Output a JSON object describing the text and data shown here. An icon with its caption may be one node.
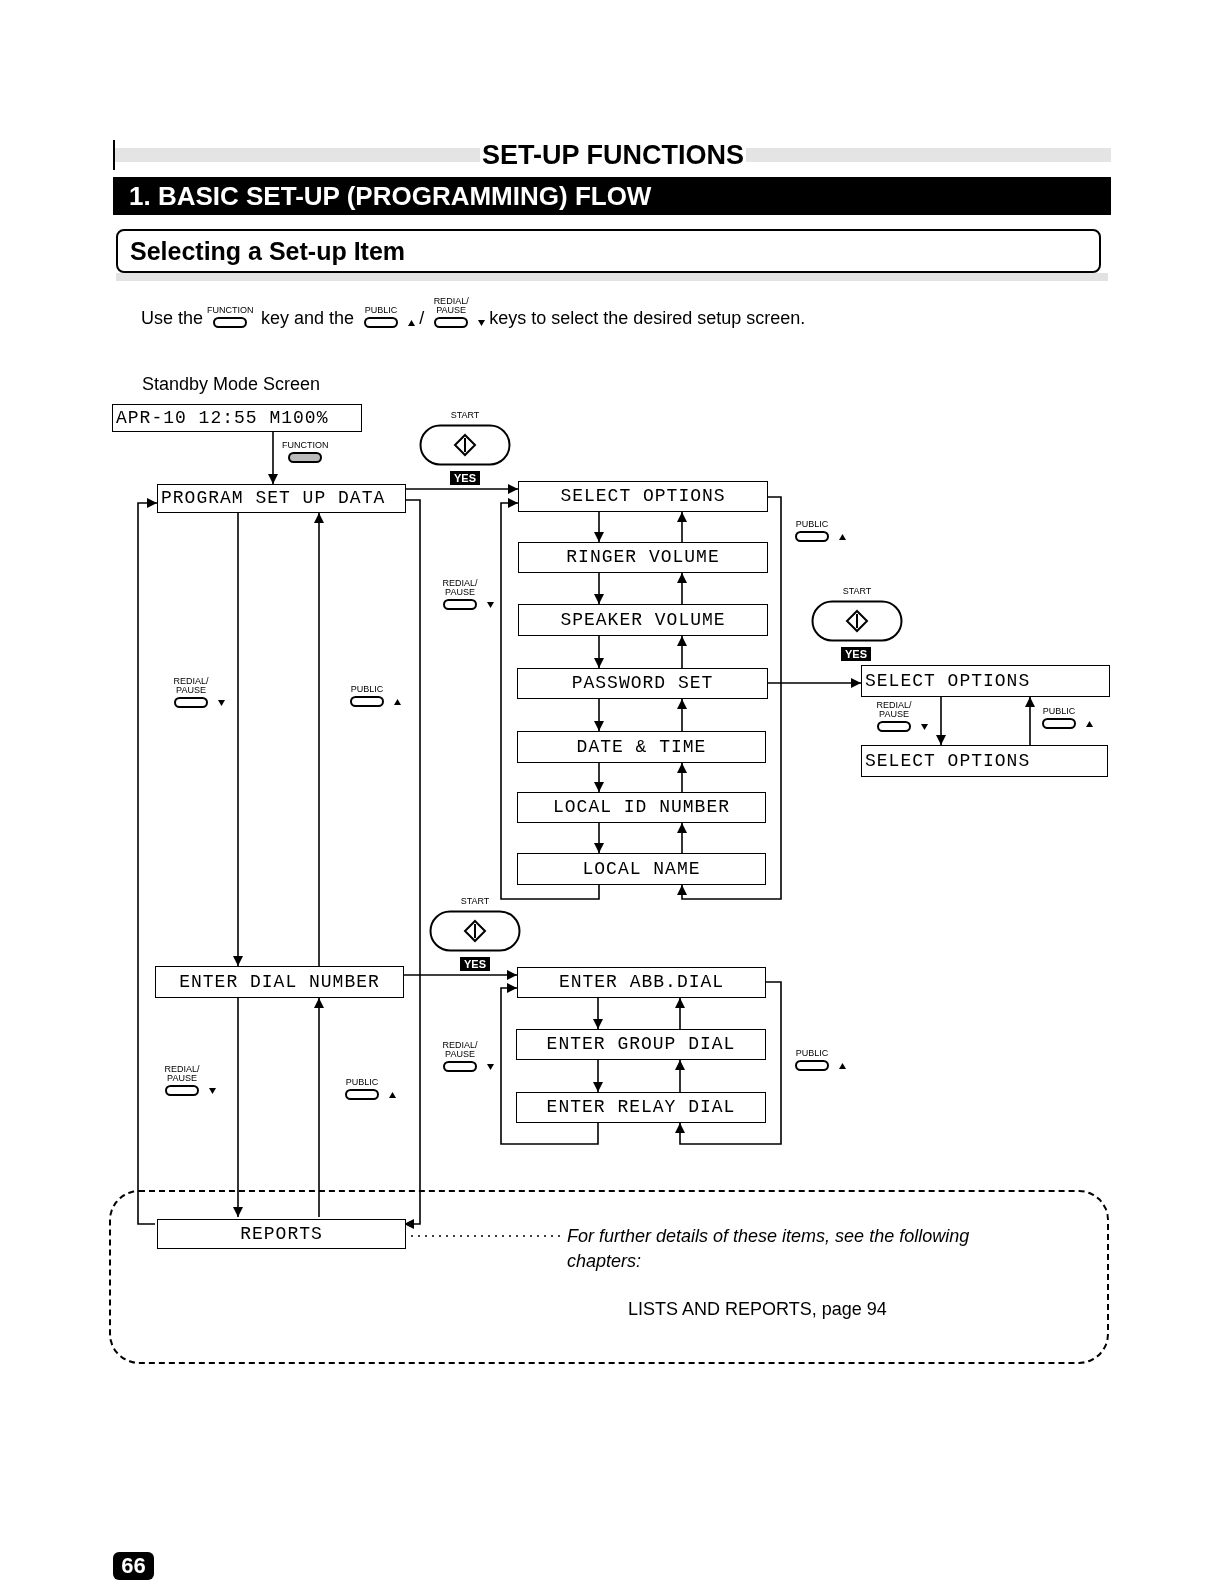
{
  "diagram": {
    "title": "1. BASIC SET-UP (PROGRAMMING) FLOW",
    "nodes": [
      {
        "text": [
          "APR-10 12:55 M100%"
        ],
        "beside": [
          "Standby Mode Screen"
        ]
      },
      {
        "text": [
          "PROGRAM SET UP DATA"
        ]
      },
      {
        "text": [
          "SELECT OPTIONS"
        ]
      },
      {
        "text": [
          "RINGER VOLUME"
        ]
      },
      {
        "text": [
          "SPEAKER VOLUME"
        ]
      },
      {
        "text": [
          "PASSWORD SET"
        ]
      },
      {
        "text": [
          "DATE & TIME"
        ]
      },
      {
        "text": [
          "LOCAL ID NUMBER"
        ]
      },
      {
        "text": [
          "LOCAL NAME"
        ]
      },
      {
        "text": [
          "SELECT OPTIONS"
        ]
      },
      {
        "text": [
          "SELECT OPTIONS"
        ]
      },
      {
        "text": [
          "ENTER DIAL NUMBER"
        ]
      },
      {
        "text": [
          "ENTER ABB.DIAL"
        ]
      },
      {
        "text": [
          "ENTER GROUP DIAL"
        ]
      },
      {
        "text": [
          "ENTER RELAY DIAL"
        ]
      },
      {
        "text": [
          "LISTS AND REPORTS, page 94"
        ]
      },
      {
        "text": [
          "REPORTS"
        ],
        "in": 15
      },
      {
        "text": [
          "For further details of these items, see the following chapters:"
        ],
        "in": 15
      }
    ],
    "edges": [
      {
        "from": 0,
        "to": 1,
        "arrow": "to"
      },
      {
        "from": 1,
        "to": 2,
        "arrow": "to"
      },
      {
        "from": 1,
        "to": 11,
        "arrow": "to"
      },
      {
        "from": 11,
        "to": 1,
        "arrow": "to"
      },
      {
        "from": 11,
        "to": 16,
        "arrow": "to"
      },
      {
        "from": 16,
        "to": 11,
        "arrow": "to"
      },
      {
        "from": 1,
        "to": 16,
        "arrow": "to"
      },
      {
        "from": 16,
        "to": 1,
        "arrow": "to"
      },
      {
        "from": 2,
        "to": 3,
        "arrow": "to"
      },
      {
        "from": 3,
        "to": 2,
        "arrow": "to"
      },
      {
        "from": 3,
        "to": 4,
        "arrow": "to"
      },
      {
        "from": 4,
        "to": 3,
        "arrow": "to"
      },
      {
        "from": 4,
        "to": 5,
        "arrow": "to"
      },
      {
        "from": 5,
        "to": 4,
        "arrow": "to"
      },
      {
        "from": 5,
        "to": 6,
        "arrow": "to"
      },
      {
        "from": 6,
        "to": 5,
        "arrow": "to"
      },
      {
        "from": 6,
        "to": 7,
        "arrow": "to"
      },
      {
        "from": 7,
        "to": 6,
        "arrow": "to"
      },
      {
        "from": 7,
        "to": 8,
        "arrow": "to"
      },
      {
        "from": 8,
        "to": 7,
        "arrow": "to"
      },
      {
        "from": 8,
        "to": 2,
        "arrow": "to"
      },
      {
        "from": 2,
        "to": 8,
        "arrow": "to"
      },
      {
        "from": 5,
        "to": 9,
        "arrow": "to"
      },
      {
        "from": 9,
        "to": 10,
        "arrow": "to"
      },
      {
        "from": 10,
        "to": 9,
        "arrow": "to"
      },
      {
        "from": 11,
        "to": 12,
        "arrow": "to"
      },
      {
        "from": 12,
        "to": 13,
        "arrow": "to"
      },
      {
        "from": 13,
        "to": 12,
        "arrow": "to"
      },
      {
        "from": 13,
        "to": 14,
        "arrow": "to"
      },
      {
        "from": 14,
        "to": 13,
        "arrow": "to"
      },
      {
        "from": 14,
        "to": 12,
        "arrow": "to"
      },
      {
        "from": 12,
        "to": 14,
        "arrow": "to"
      },
      {
        "from": 16,
        "to": 17,
        "arrow": "none",
        "style": "dashed"
      }
    ],
    "labels": [
      "SET-UP FUNCTIONS",
      "Selecting a Set-up Item",
      "Use the",
      "FUNCTION",
      "key and the",
      "PUBLIC",
      "/",
      "REDIAL/ PAUSE",
      "keys to select the desired setup screen.",
      "FUNCTION",
      "START",
      "YES",
      "PUBLIC",
      "REDIAL/ PAUSE",
      "START",
      "YES",
      "REDIAL/ PAUSE",
      "PUBLIC",
      "REDIAL/ PAUSE",
      "PUBLIC",
      "START",
      "YES",
      "REDIAL/ PAUSE",
      "PUBLIC",
      "REDIAL/ PAUSE",
      "PUBLIC",
      "66"
    ]
  }
}
